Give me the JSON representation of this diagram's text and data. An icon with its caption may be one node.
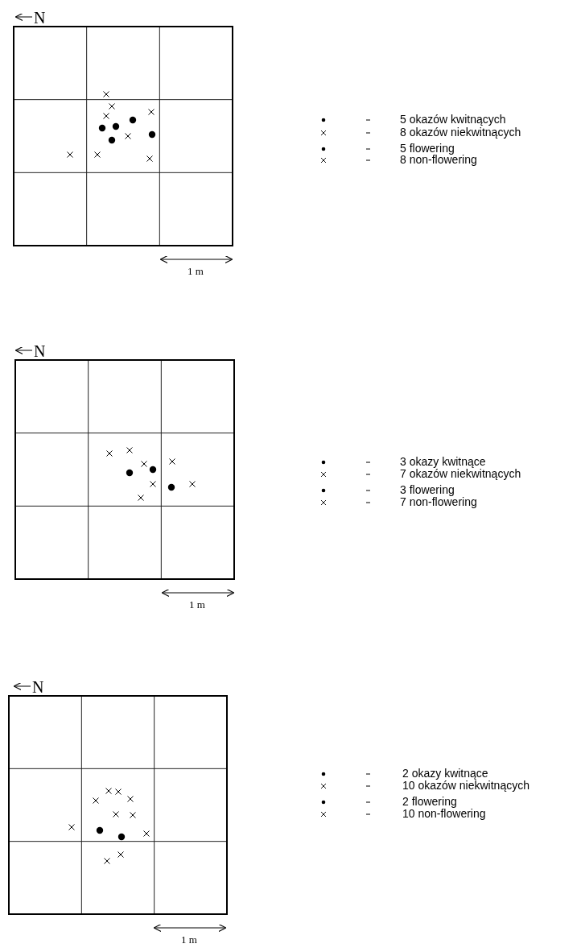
{
  "diagram": {
    "labels": [
      "N",
      "1 m",
      "N",
      "1 m",
      "N",
      "1 m"
    ],
    "legend": [
      {
        "text": "5 okazów kwitnących"
      },
      {
        "text": "8 okazów niekwitnących"
      },
      {
        "text": "5 flowering"
      },
      {
        "text": "8 non-flowering"
      },
      {
        "text": "3 okazy kwitnące"
      },
      {
        "text": "7 okazów niekwitnących"
      },
      {
        "text": "3 flowering"
      },
      {
        "text": "7 non-flowering"
      },
      {
        "text": "2 okazy kwitnące"
      },
      {
        "text": "10 okazów niekwitnących"
      },
      {
        "text": "2 flowering"
      },
      {
        "text": "10 non-flowering"
      }
    ]
  }
}
